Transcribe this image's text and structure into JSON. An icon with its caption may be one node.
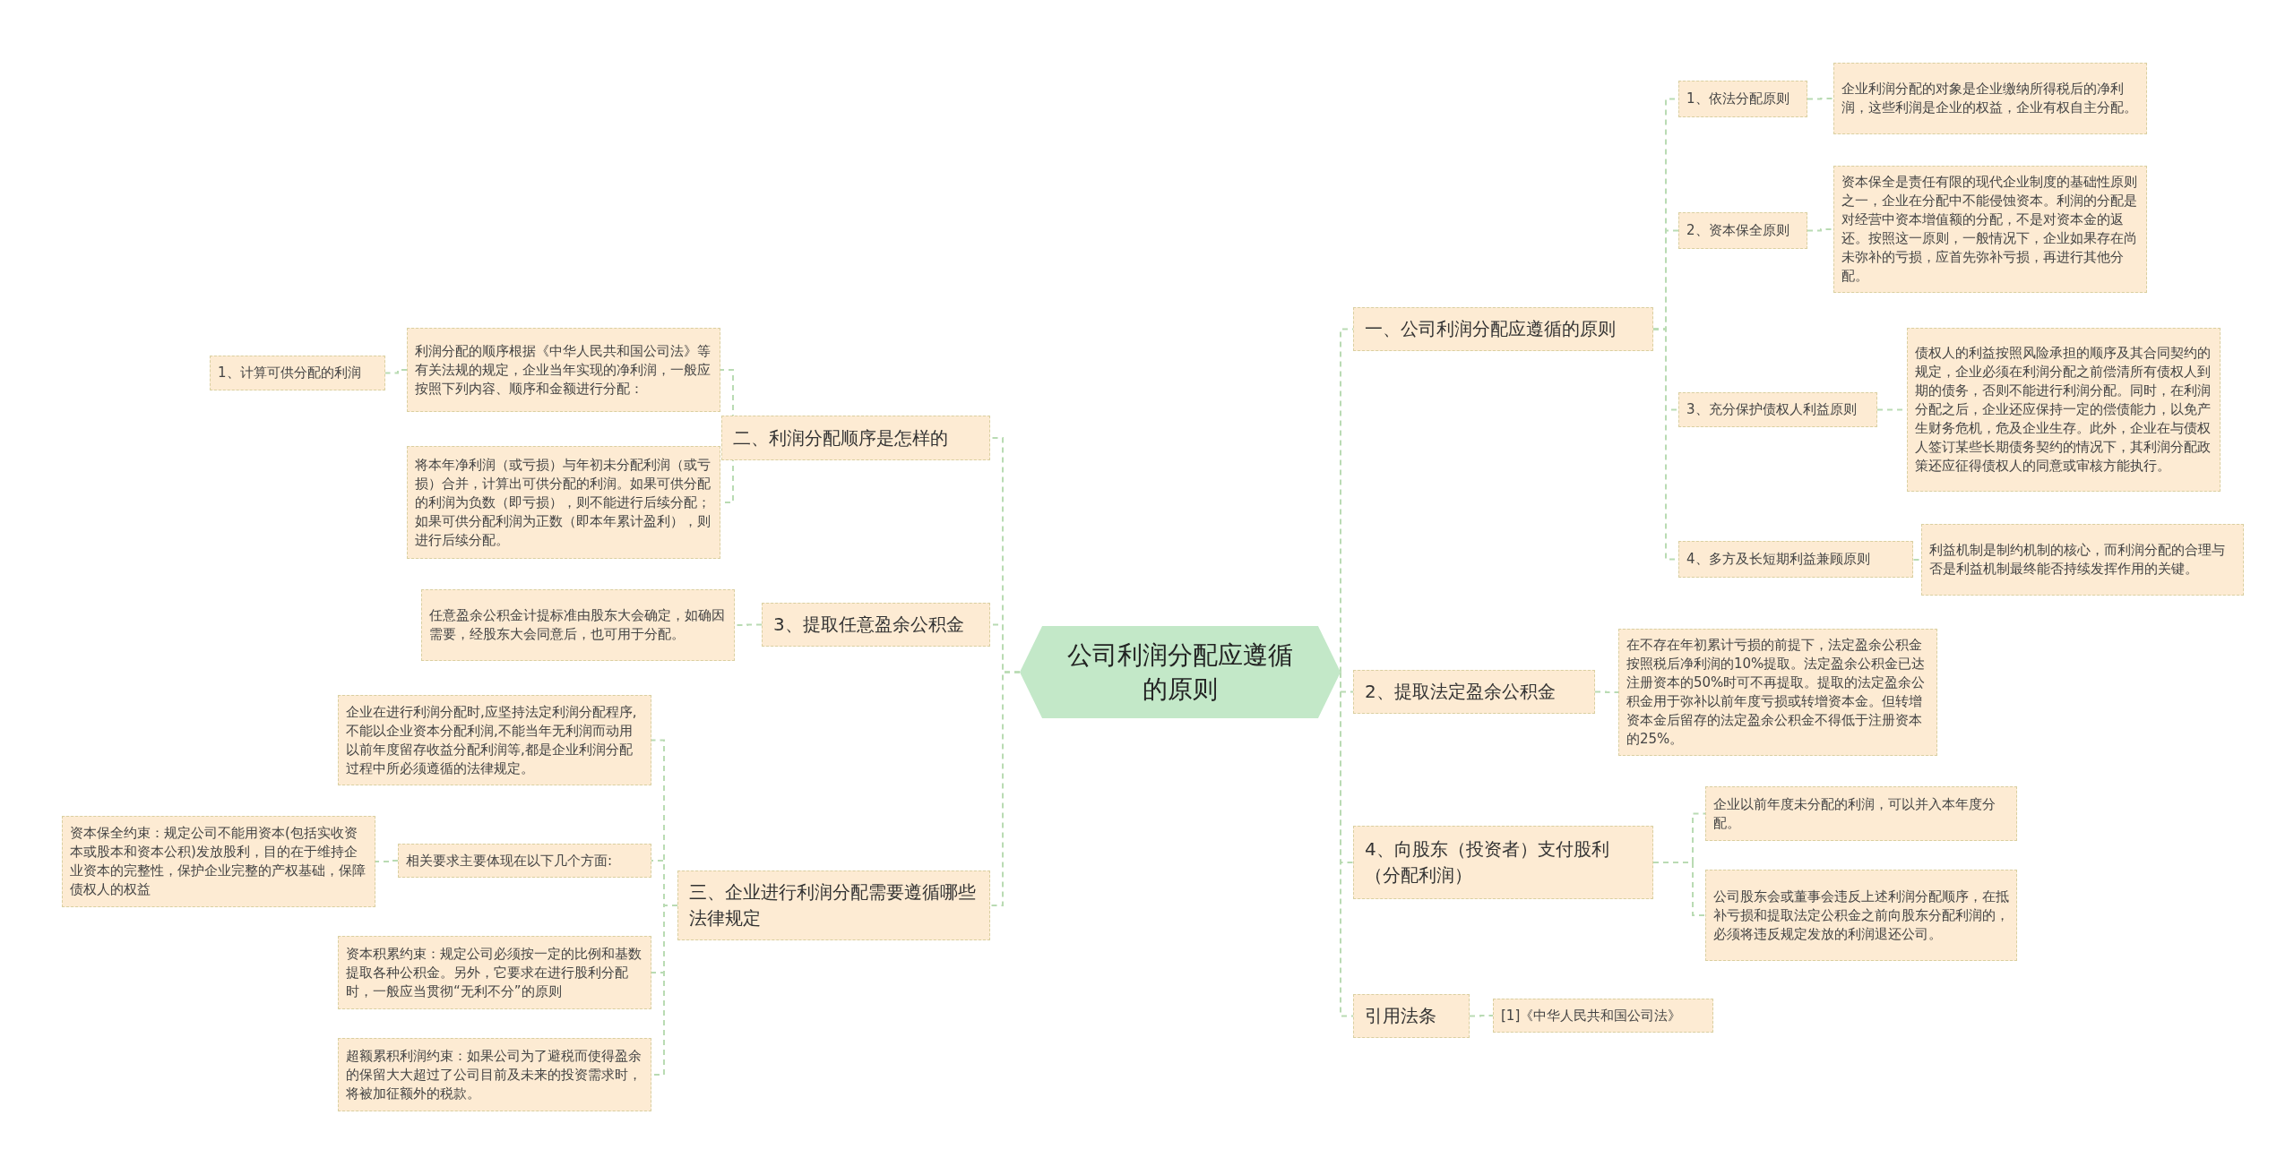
{
  "diagram": {
    "nodes": [
      {
        "text": [
          "公司利润分配应遵循的原则"
        ]
      },
      {
        "text": [
          "一、公司利润分配应遵循的原则"
        ]
      },
      {
        "text": [
          "1、依法分配原则"
        ]
      },
      {
        "text": [
          "企业利润分配的对象是企业缴纳所得税后的净利润，这些利润是企业的权益，企业有权自主分配。"
        ]
      },
      {
        "text": [
          "2、资本保全原则"
        ]
      },
      {
        "text": [
          "资本保全是责任有限的现代企业制度的基础性原则之一，企业在分配中不能侵蚀资本。利润的分配是对经营中资本增值额的分配，不是对资本金的返还。按照这一原则，一般情况下，企业如果存在尚未弥补的亏损，应首先弥补亏损，再进行其他分配。"
        ]
      },
      {
        "text": [
          "3、充分保护债权人利益原则"
        ]
      },
      {
        "text": [
          "债权人的利益按照风险承担的顺序及其合同契约的规定，企业必须在利润分配之前偿清所有债权人到期的债务，否则不能进行利润分配。同时，在利润分配之后，企业还应保持一定的偿债能力，以免产生财务危机，危及企业生存。此外，企业在与债权人签订某些长期债务契约的情况下，其利润分配政策还应征得债权人的同意或审核方能执行。"
        ]
      },
      {
        "text": [
          "4、多方及长短期利益兼顾原则"
        ]
      },
      {
        "text": [
          "利益机制是制约机制的核心，而利润分配的合理与否是利益机制最终能否持续发挥作用的关键。"
        ]
      },
      {
        "text": [
          "2、提取法定盈余公积金"
        ]
      },
      {
        "text": [
          "在不存在年初累计亏损的前提下，法定盈余公积金按照税后净利润的10%提取。法定盈余公积金已达注册资本的50%时可不再提取。提取的法定盈余公积金用于弥补以前年度亏损或转增资本金。但转增资本金后留存的法定盈余公积金不得低于注册资本的25%。"
        ]
      },
      {
        "text": [
          "4、向股东（投资者）支付股利（分配利润）"
        ]
      },
      {
        "text": [
          "企业以前年度未分配的利润，可以并入本年度分配。"
        ]
      },
      {
        "text": [
          "公司股东会或董事会违反上述利润分配顺序，在抵补亏损和提取法定公积金之前向股东分配利润的，必须将违反规定发放的利润退还公司。"
        ]
      },
      {
        "text": [
          "引用法条"
        ]
      },
      {
        "text": [
          "[1]《中华人民共和国公司法》"
        ]
      },
      {
        "text": [
          "二、利润分配顺序是怎样的"
        ]
      },
      {
        "text": [
          "利润分配的顺序根据《中华人民共和国公司法》等有关法规的规定，企业当年实现的净利润，一般应按照下列内容、顺序和金额进行分配："
        ]
      },
      {
        "text": [
          "1、计算可供分配的利润"
        ]
      },
      {
        "text": [
          "将本年净利润（或亏损）与年初未分配利润（或亏损）合并，计算出可供分配的利润。如果可供分配的利润为负数（即亏损），则不能进行后续分配；如果可供分配利润为正数（即本年累计盈利），则进行后续分配。"
        ]
      },
      {
        "text": [
          "3、提取任意盈余公积金"
        ]
      },
      {
        "text": [
          "任意盈余公积金计提标准由股东大会确定，如确因需要，经股东大会同意后，也可用于分配。"
        ]
      },
      {
        "text": [
          "三、企业进行利润分配需要遵循哪些法律规定"
        ]
      },
      {
        "text": [
          "企业在进行利润分配时,应坚持法定利润分配程序,不能以企业资本分配利润,不能当年无利润而动用以前年度留存收益分配利润等,都是企业利润分配过程中所必须遵循的法律规定。"
        ]
      },
      {
        "text": [
          "相关要求主要体现在以下几个方面:"
        ]
      },
      {
        "text": [
          "资本保全约束：规定公司不能用资本(包括实收资本或股本和资本公积)发放股利，目的在于维持企业资本的完整性，保护企业完整的产权基础，保障债权人的权益"
        ]
      },
      {
        "text": [
          "资本积累约束：规定公司必须按一定的比例和基数提取各种公积金。另外，它要求在进行股利分配时，一般应当贯彻“无利不分”的原则"
        ]
      },
      {
        "text": [
          "超额累积利润约束：如果公司为了避税而使得盈余的保留大大超过了公司目前及未来的投资需求时，将被加征额外的税款。"
        ]
      }
    ],
    "edges": [
      {
        "from": 0,
        "to": 1,
        "arrow": "none"
      },
      {
        "from": 1,
        "to": 2,
        "arrow": "none"
      },
      {
        "from": 2,
        "to": 3,
        "arrow": "none"
      },
      {
        "from": 1,
        "to": 4,
        "arrow": "none"
      },
      {
        "from": 4,
        "to": 5,
        "arrow": "none"
      },
      {
        "from": 1,
        "to": 6,
        "arrow": "none"
      },
      {
        "from": 6,
        "to": 7,
        "arrow": "none"
      },
      {
        "from": 1,
        "to": 8,
        "arrow": "none"
      },
      {
        "from": 8,
        "to": 9,
        "arrow": "none"
      },
      {
        "from": 0,
        "to": 10,
        "arrow": "none"
      },
      {
        "from": 10,
        "to": 11,
        "arrow": "none"
      },
      {
        "from": 0,
        "to": 12,
        "arrow": "none"
      },
      {
        "from": 12,
        "to": 13,
        "arrow": "none"
      },
      {
        "from": 12,
        "to": 14,
        "arrow": "none"
      },
      {
        "from": 0,
        "to": 15,
        "arrow": "none"
      },
      {
        "from": 15,
        "to": 16,
        "arrow": "none"
      },
      {
        "from": 0,
        "to": 17,
        "arrow": "none"
      },
      {
        "from": 17,
        "to": 18,
        "arrow": "none"
      },
      {
        "from": 18,
        "to": 19,
        "arrow": "none"
      },
      {
        "from": 17,
        "to": 20,
        "arrow": "none"
      },
      {
        "from": 0,
        "to": 21,
        "arrow": "none"
      },
      {
        "from": 21,
        "to": 22,
        "arrow": "none"
      },
      {
        "from": 0,
        "to": 23,
        "arrow": "none"
      },
      {
        "from": 23,
        "to": 24,
        "arrow": "none"
      },
      {
        "from": 23,
        "to": 25,
        "arrow": "none"
      },
      {
        "from": 25,
        "to": 26,
        "arrow": "none"
      },
      {
        "from": 23,
        "to": 27,
        "arrow": "none"
      },
      {
        "from": 23,
        "to": 28,
        "arrow": "none"
      }
    ]
  }
}
